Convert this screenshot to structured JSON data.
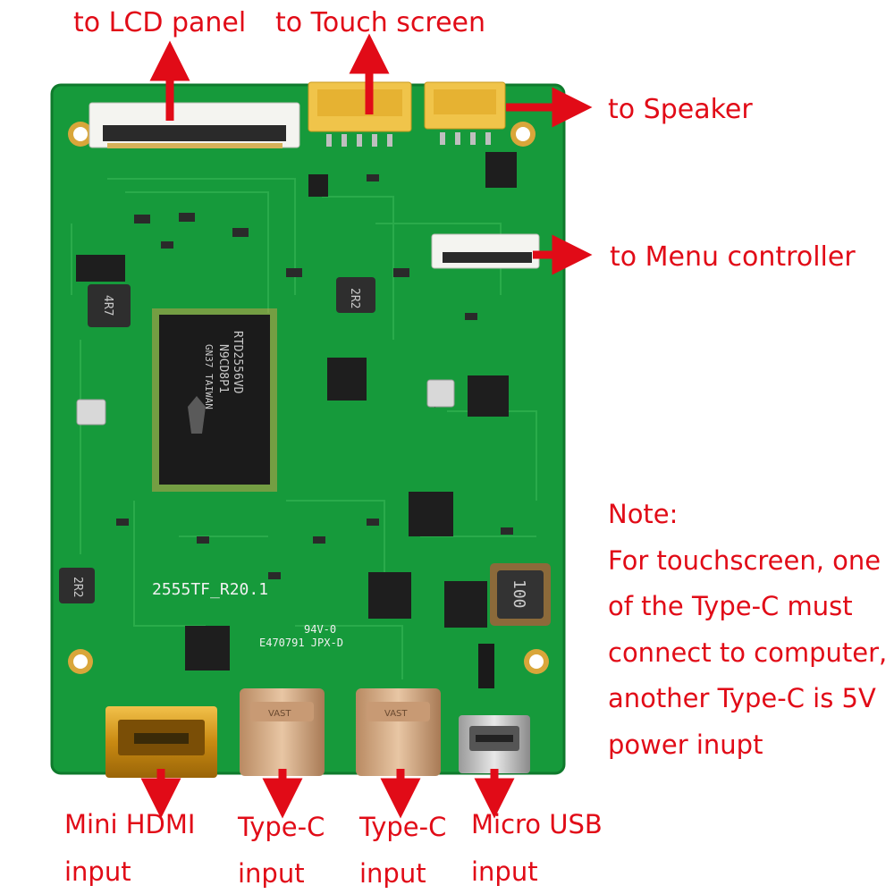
{
  "callouts": {
    "lcd": "to LCD panel",
    "touch": "to Touch screen",
    "speaker": "to Speaker",
    "menu": "to Menu controller",
    "hdmi_line1": "Mini HDMI",
    "hdmi_line2": "input",
    "typec1_line1": "Type-C",
    "typec1_line2": "input",
    "typec2_line1": "Type-C",
    "typec2_line2": "input",
    "usb_line1": "Micro USB",
    "usb_line2": "input"
  },
  "note": {
    "heading": "Note:",
    "lines": [
      "For touchscreen, one",
      "of the Type-C must",
      "connect to computer,",
      "another Type-C is 5V",
      "power inupt"
    ]
  },
  "board": {
    "silkscreen": "2555TF_R20.1",
    "ul_mark": "94V-0",
    "ul_code": "E470791 JPX-D",
    "main_chip": [
      "RTD2556VD",
      "N9CD8P1",
      "GN37 TAIWAN"
    ],
    "inductor_small_1": "4R7",
    "inductor_small_2": "2R2",
    "inductor_small_3": "2R2",
    "inductor_large": "100",
    "port_brand_1": "VAST",
    "port_brand_2": "VAST"
  },
  "colors": {
    "callout": "#e10b17",
    "pcb": "#169a3b"
  }
}
